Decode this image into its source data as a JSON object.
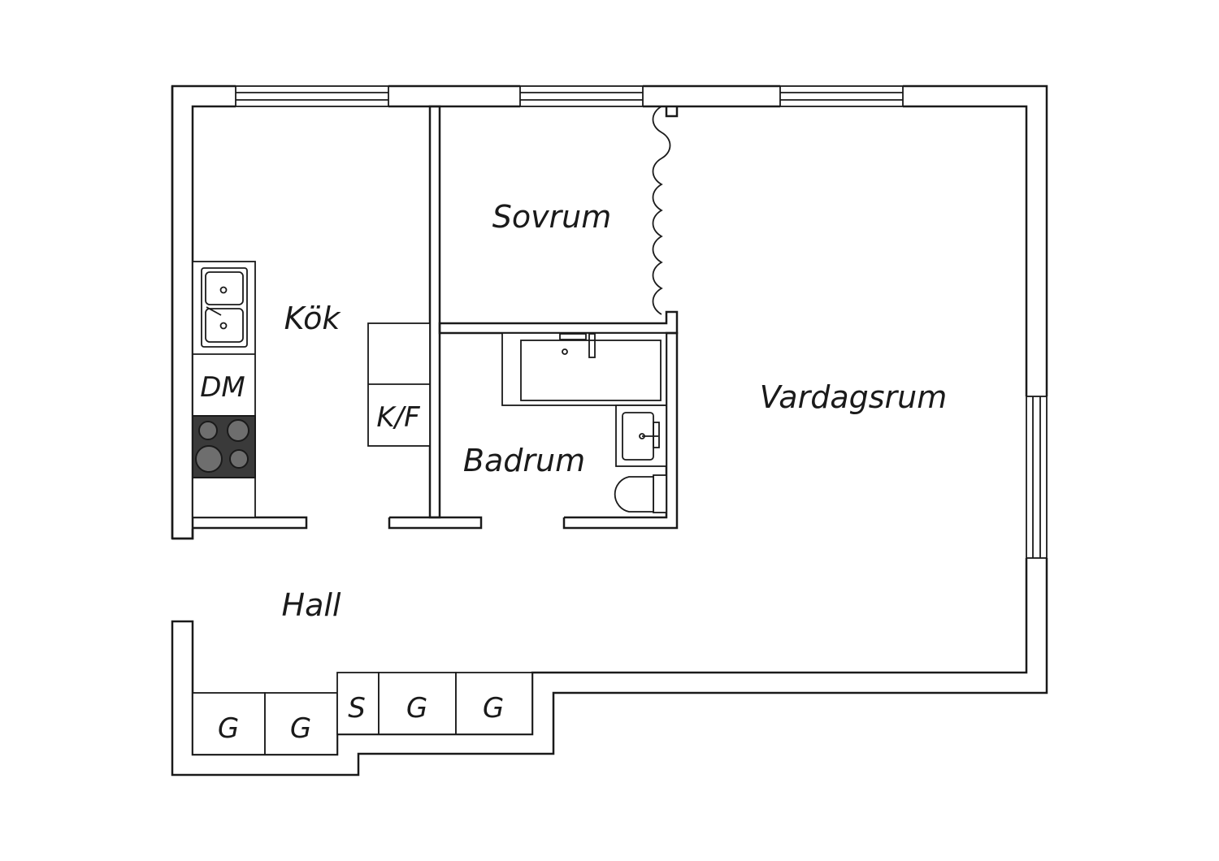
{
  "rooms": {
    "kitchen": "Kök",
    "bedroom": "Sovrum",
    "bathroom": "Badrum",
    "living_room": "Vardagsrum",
    "hall": "Hall"
  },
  "fixtures": {
    "dishwasher": "DM",
    "fridge_freezer": "K/F"
  },
  "storage": {
    "wardrobe_1": "G",
    "wardrobe_2": "G",
    "storage_s": "S",
    "wardrobe_3": "G",
    "wardrobe_4": "G"
  },
  "colors": {
    "wall": "#1a1a1a",
    "stove": "#3a3a3a",
    "burner": "#6e6e6e"
  }
}
